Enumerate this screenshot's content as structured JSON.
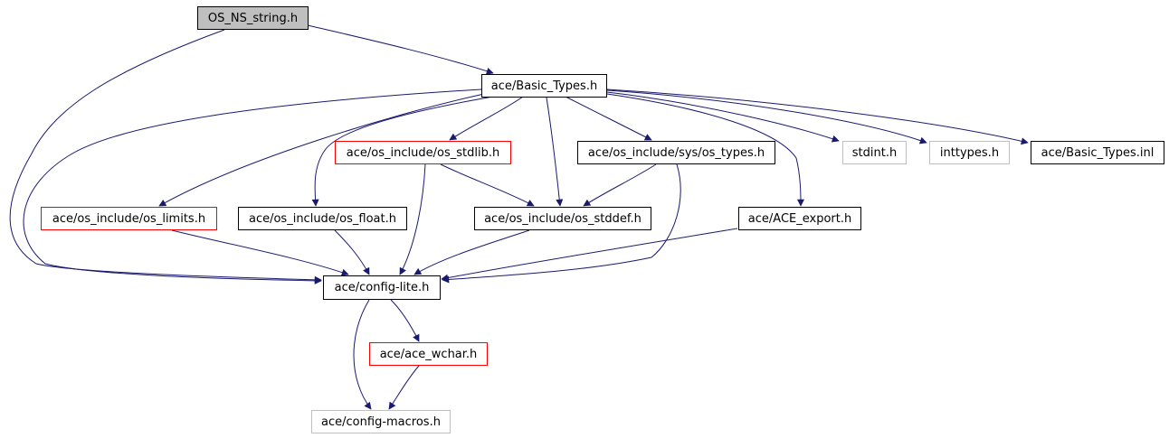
{
  "colors": {
    "edge": "#191970",
    "border": "#000000",
    "truncated_border": "#ff0000",
    "missing_border": "#bfbfbf",
    "current_fill": "#bfbfbf"
  },
  "nodes": [
    {
      "id": "os_ns_string",
      "label": "OS_NS_string.h",
      "style": "current"
    },
    {
      "id": "basic_types",
      "label": "ace/Basic_Types.h",
      "style": "normal"
    },
    {
      "id": "os_stdlib",
      "label": "ace/os_include/os_stdlib.h",
      "style": "red"
    },
    {
      "id": "os_types",
      "label": "ace/os_include/sys/os_types.h",
      "style": "normal"
    },
    {
      "id": "stdint",
      "label": "stdint.h",
      "style": "gray"
    },
    {
      "id": "inttypes",
      "label": "inttypes.h",
      "style": "gray"
    },
    {
      "id": "basic_types_inl",
      "label": "ace/Basic_Types.inl",
      "style": "normal"
    },
    {
      "id": "os_limits",
      "label": "ace/os_include/os_limits.h",
      "style": "red"
    },
    {
      "id": "os_float",
      "label": "ace/os_include/os_float.h",
      "style": "normal"
    },
    {
      "id": "os_stddef",
      "label": "ace/os_include/os_stddef.h",
      "style": "normal"
    },
    {
      "id": "ace_export",
      "label": "ace/ACE_export.h",
      "style": "normal"
    },
    {
      "id": "config_lite",
      "label": "ace/config-lite.h",
      "style": "normal"
    },
    {
      "id": "ace_wchar",
      "label": "ace/ace_wchar.h",
      "style": "red"
    },
    {
      "id": "config_macros",
      "label": "ace/config-macros.h",
      "style": "gray"
    }
  ],
  "edges": [
    [
      "os_ns_string",
      "basic_types"
    ],
    [
      "os_ns_string",
      "config_lite"
    ],
    [
      "basic_types",
      "os_limits"
    ],
    [
      "basic_types",
      "os_float"
    ],
    [
      "basic_types",
      "os_stdlib"
    ],
    [
      "basic_types",
      "os_stddef"
    ],
    [
      "basic_types",
      "os_types"
    ],
    [
      "basic_types",
      "ace_export"
    ],
    [
      "basic_types",
      "stdint"
    ],
    [
      "basic_types",
      "inttypes"
    ],
    [
      "basic_types",
      "basic_types_inl"
    ],
    [
      "basic_types",
      "config_lite"
    ],
    [
      "os_stdlib",
      "os_stddef"
    ],
    [
      "os_stdlib",
      "config_lite"
    ],
    [
      "os_types",
      "os_stddef"
    ],
    [
      "os_types",
      "config_lite"
    ],
    [
      "os_limits",
      "config_lite"
    ],
    [
      "os_float",
      "config_lite"
    ],
    [
      "os_stddef",
      "config_lite"
    ],
    [
      "ace_export",
      "config_lite"
    ],
    [
      "config_lite",
      "ace_wchar"
    ],
    [
      "config_lite",
      "config_macros"
    ],
    [
      "ace_wchar",
      "config_macros"
    ]
  ]
}
